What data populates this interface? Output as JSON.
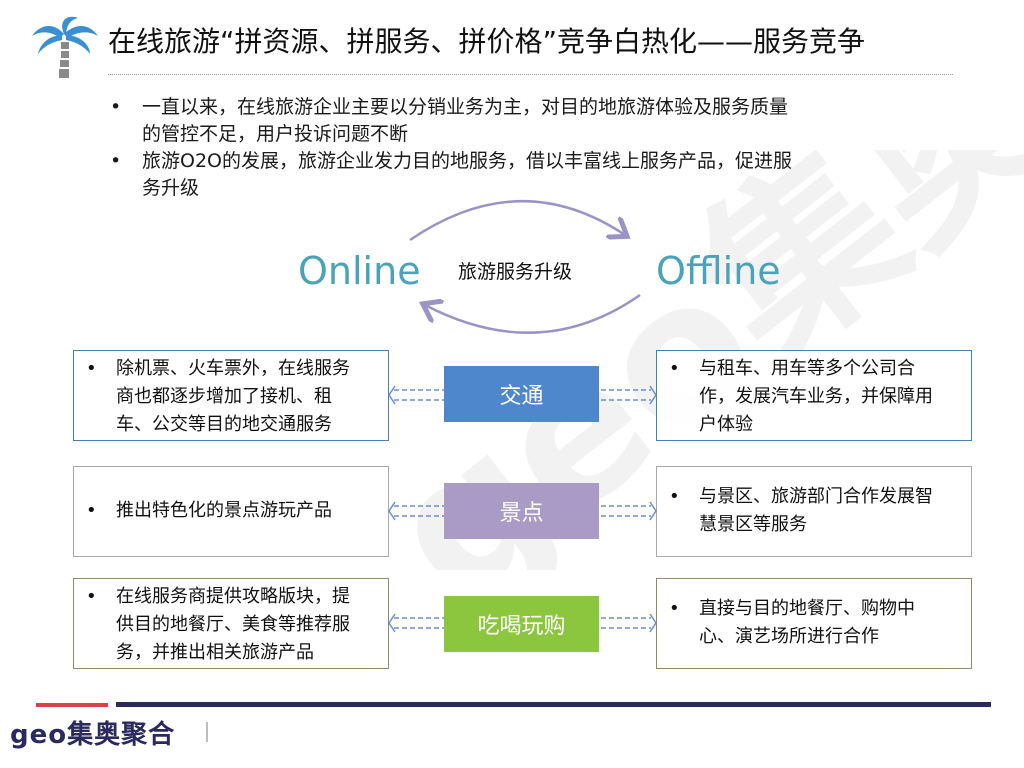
{
  "title": "在线旅游“拼资源、拼服务、拼价格”竞争白热化——服务竞争",
  "bullets": [
    {
      "line1": "一直以来，在线旅游企业主要以分销业务为主，对目的地旅游体验及服务质量",
      "line2": "的管控不足，用户投诉问题不断"
    },
    {
      "line1": "旅游O2O的发展，旅游企业发力目的地服务，借以丰富线上服务产品，促进服",
      "line2": "务升级"
    }
  ],
  "bullet_char": "•",
  "cycle": {
    "left_word": "Online",
    "right_word": "Offline",
    "center": "旅游服务升级"
  },
  "rows": [
    {
      "category": "交通",
      "color": "#4f87cc",
      "online": [
        "除机票、火车票外，在线服务",
        "商也都逐步增加了接机、租",
        "车、公交等目的地交通服务"
      ],
      "offline": [
        "与租车、用车等多个公司合",
        "作，发展汽车业务，并保障用",
        "户体验"
      ]
    },
    {
      "category": "景点",
      "color": "#a99ac6",
      "online": [
        "推出特色化的景点游玩产品"
      ],
      "offline": [
        "与景区、旅游部门合作发展智",
        "慧景区等服务"
      ]
    },
    {
      "category": "吃喝玩购",
      "color": "#8cc63f",
      "online": [
        "在线服务商提供攻略版块，提",
        "供目的地餐厅、美食等推荐服",
        "务，并推出相关旅游产品"
      ],
      "offline": [
        "直接与目的地餐厅、购物中",
        "心、演艺场所进行合作"
      ]
    }
  ],
  "footer": {
    "logo_latin": "geo",
    "logo_cn": "集奥聚合"
  },
  "watermark": "geo集奥聚合",
  "colors": {
    "accent_teal": "#4aa3b8",
    "arc": "#9b93c4",
    "footer_red": "#d8404a",
    "footer_navy": "#2a2a5e"
  }
}
